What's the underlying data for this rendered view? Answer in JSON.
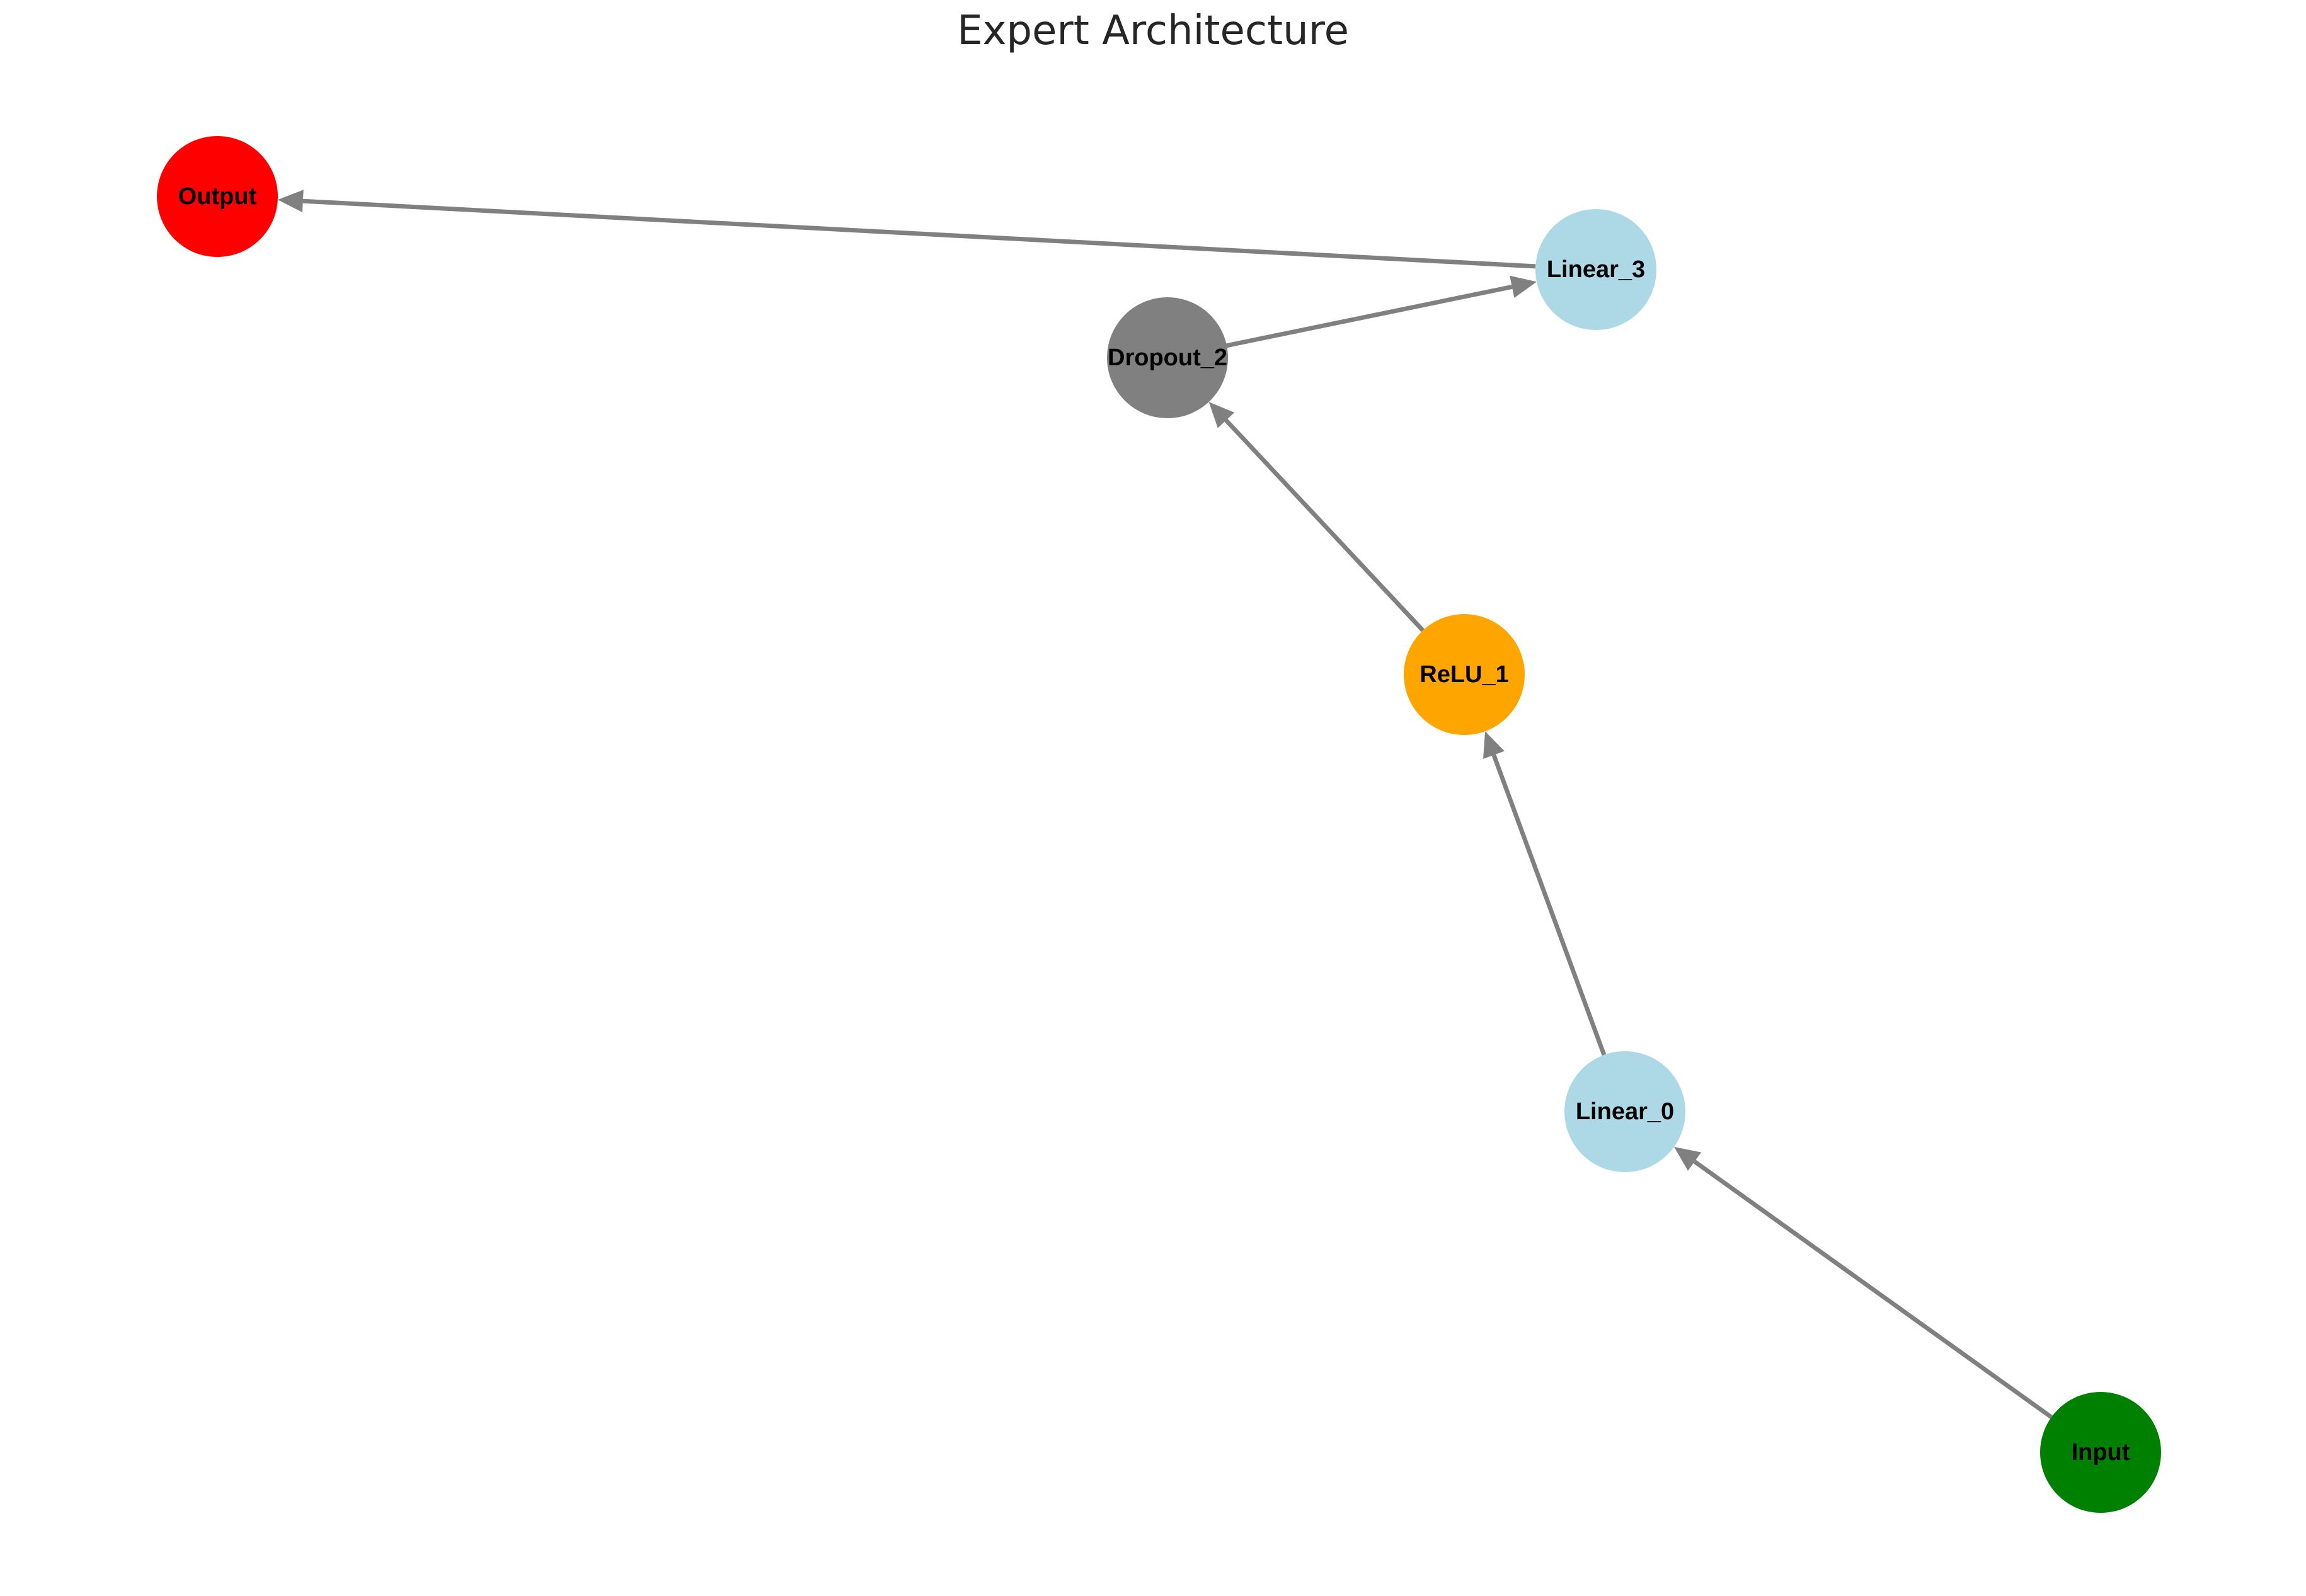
{
  "title": "Expert Architecture",
  "edge_color": "#808080",
  "nodes": [
    {
      "id": "input",
      "label": "Input",
      "color": "#008000"
    },
    {
      "id": "linear0",
      "label": "Linear_0",
      "color": "#add8e6"
    },
    {
      "id": "relu1",
      "label": "ReLU_1",
      "color": "#ffa500"
    },
    {
      "id": "dropout2",
      "label": "Dropout_2",
      "color": "#808080"
    },
    {
      "id": "linear3",
      "label": "Linear_3",
      "color": "#add8e6"
    },
    {
      "id": "output",
      "label": "Output",
      "color": "#ff0000"
    }
  ],
  "edges": [
    {
      "from": "input",
      "to": "linear0"
    },
    {
      "from": "linear0",
      "to": "relu1"
    },
    {
      "from": "relu1",
      "to": "dropout2"
    },
    {
      "from": "dropout2",
      "to": "linear3"
    },
    {
      "from": "linear3",
      "to": "output"
    }
  ]
}
